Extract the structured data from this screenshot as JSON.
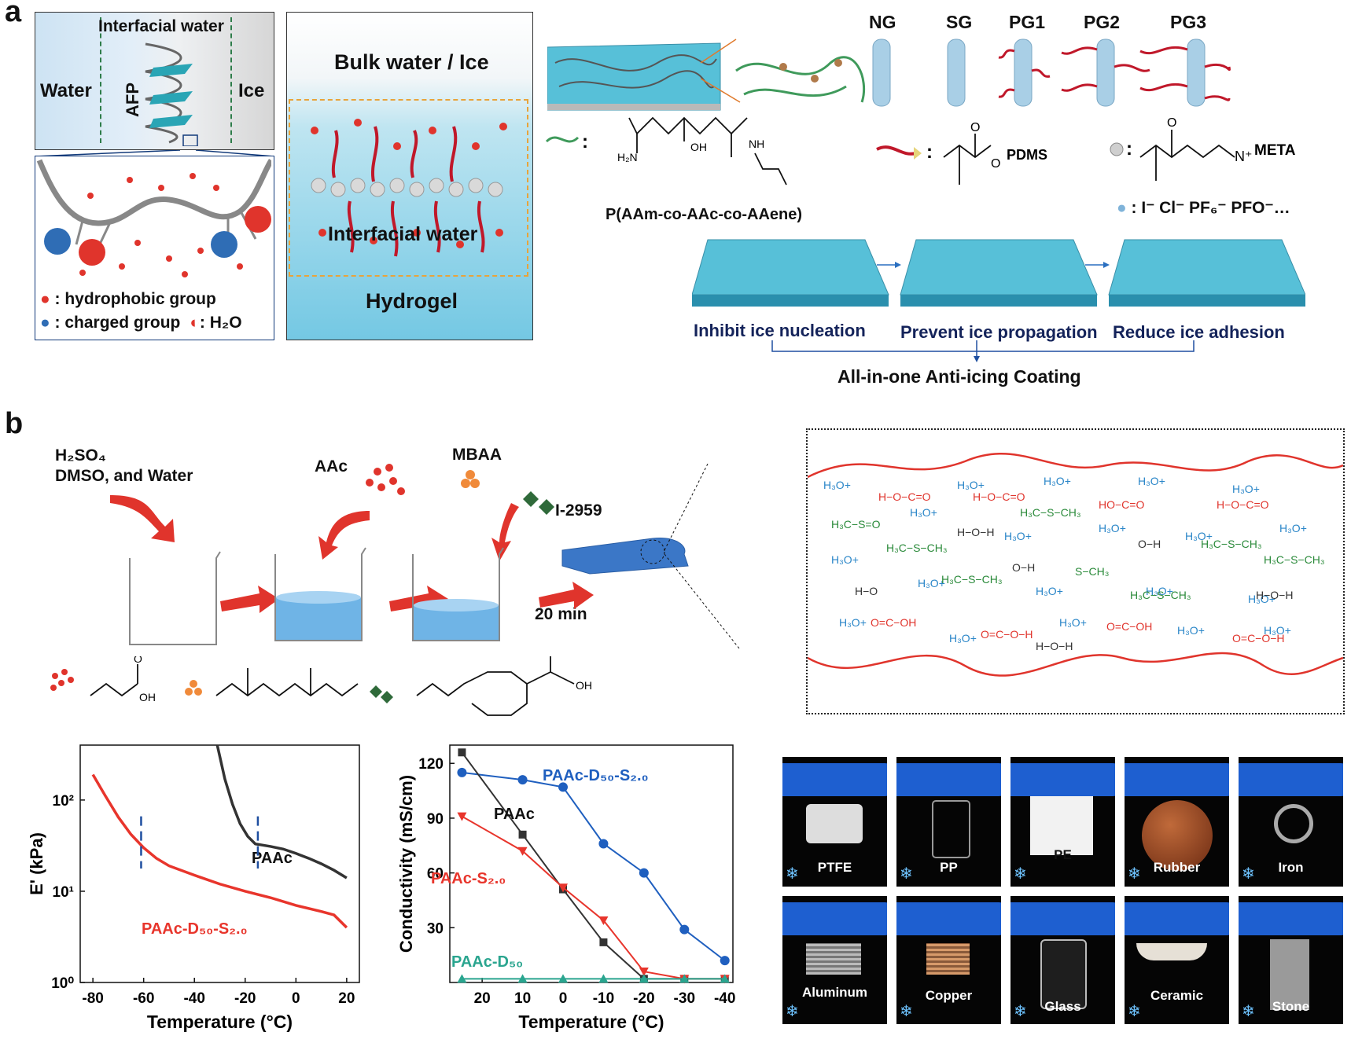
{
  "figure": {
    "panel_a": {
      "letter": "a",
      "afp_box": {
        "title": "Interfacial water",
        "left_label": "Water",
        "right_label": "Ice",
        "protein_label": "AFP",
        "legend": {
          "hydrophobic": "hydrophobic group",
          "charged": "charged group",
          "water": "H₂O"
        }
      },
      "hydrogel_box": {
        "top_label": "Bulk water / Ice",
        "middle_label": "Interfacial water",
        "bottom_label": "Hydrogel"
      },
      "coatings": [
        "NG",
        "SG",
        "PG1",
        "PG2",
        "PG3"
      ],
      "chemistry": {
        "polymer_name": "P(AAm-co-AAc-co-AAene)",
        "pdms": "PDMS",
        "meta": "META",
        "counterions": "I⁻  Cl⁻  PF₆⁻  PFO⁻…",
        "oh": "OH",
        "nh": "NH",
        "h2n": "H₂N"
      },
      "steps": [
        "Inhibit ice nucleation",
        "Prevent ice propagation",
        "Reduce ice adhesion"
      ],
      "summary": "All-in-one Anti-icing Coating"
    },
    "panel_b": {
      "letter": "b",
      "reagents": {
        "first": "H₂SO₄",
        "first_line2": "DMSO, and Water",
        "aac": "AAc",
        "mbaa": "MBAA",
        "initiator": "I-2959",
        "time": "20 min"
      },
      "photos": [
        "PTFE",
        "PP",
        "PE",
        "Rubber",
        "Iron",
        "Aluminum",
        "Copper",
        "Glass",
        "Ceramic",
        "Stone"
      ]
    }
  },
  "colors": {
    "red": "#e8352c",
    "blue": "#1f5fbf",
    "black": "#333333",
    "teal": "#2aa58f",
    "navy": "#14235a",
    "hydrogel": "#59c4de"
  },
  "chart_data": [
    {
      "type": "line",
      "xlabel": "Temperature (°C)",
      "ylabel": "E' (kPa)",
      "y_scale": "log",
      "xlim": [
        -85,
        25
      ],
      "ylim": [
        1,
        400
      ],
      "x_ticks": [
        -80,
        -60,
        -40,
        -20,
        0,
        20
      ],
      "y_ticks": [
        1,
        10,
        100
      ],
      "y_tick_labels": [
        "10⁰",
        "10¹",
        "10²"
      ],
      "series": [
        {
          "name": "PAAc",
          "color": "#333333",
          "x": [
            -31,
            -28,
            -25,
            -22,
            -19,
            -16,
            -13,
            -10,
            -5,
            0,
            5,
            10,
            15,
            20
          ],
          "y": [
            400,
            170,
            90,
            55,
            40,
            33,
            32,
            31,
            29,
            26,
            23,
            20,
            17,
            14
          ]
        },
        {
          "name": "PAAc-D₅₀-S₂.₀",
          "color": "#e8352c",
          "x": [
            -80,
            -75,
            -70,
            -65,
            -60,
            -55,
            -50,
            -40,
            -30,
            -20,
            -10,
            0,
            10,
            15,
            20
          ],
          "y": [
            190,
            110,
            65,
            42,
            30,
            23,
            19,
            15,
            12,
            10,
            8.5,
            7,
            6,
            5.5,
            4
          ]
        }
      ],
      "annotations": [
        {
          "text": "PAAc",
          "color": "#111111"
        },
        {
          "text": "PAAc-D₅₀-S₂.₀",
          "color": "#e8352c"
        }
      ],
      "markers_at_x": [
        -61,
        -15
      ]
    },
    {
      "type": "line",
      "xlabel": "Temperature (°C)",
      "ylabel": "Conductivity (mS/cm)",
      "x_reversed": true,
      "xlim": [
        28,
        -42
      ],
      "ylim": [
        0,
        130
      ],
      "x_ticks": [
        20,
        10,
        0,
        -10,
        -20,
        -30,
        -40
      ],
      "y_ticks": [
        30,
        60,
        90,
        120
      ],
      "series": [
        {
          "name": "PAAc-D₅₀-S₂.₀",
          "color": "#1f5fbf",
          "marker": "circle",
          "x": [
            25,
            10,
            0,
            -10,
            -20,
            -30,
            -40
          ],
          "y": [
            115,
            111,
            107,
            76,
            60,
            29,
            12
          ]
        },
        {
          "name": "PAAc",
          "color": "#333333",
          "marker": "square",
          "x": [
            25,
            10,
            0,
            -10,
            -20,
            -30,
            -40
          ],
          "y": [
            126,
            81,
            51,
            22,
            2,
            2,
            2
          ]
        },
        {
          "name": "PAAc-S₂.₀",
          "color": "#e8352c",
          "marker": "triangle-down",
          "x": [
            25,
            10,
            0,
            -10,
            -20,
            -30,
            -40
          ],
          "y": [
            91,
            72,
            52,
            34,
            6,
            2,
            2
          ]
        },
        {
          "name": "PAAc-D₅₀",
          "color": "#2aa58f",
          "marker": "triangle-up",
          "x": [
            25,
            10,
            0,
            -10,
            -20,
            -30,
            -40
          ],
          "y": [
            2,
            2,
            2,
            2,
            2,
            2,
            2
          ]
        }
      ]
    }
  ]
}
